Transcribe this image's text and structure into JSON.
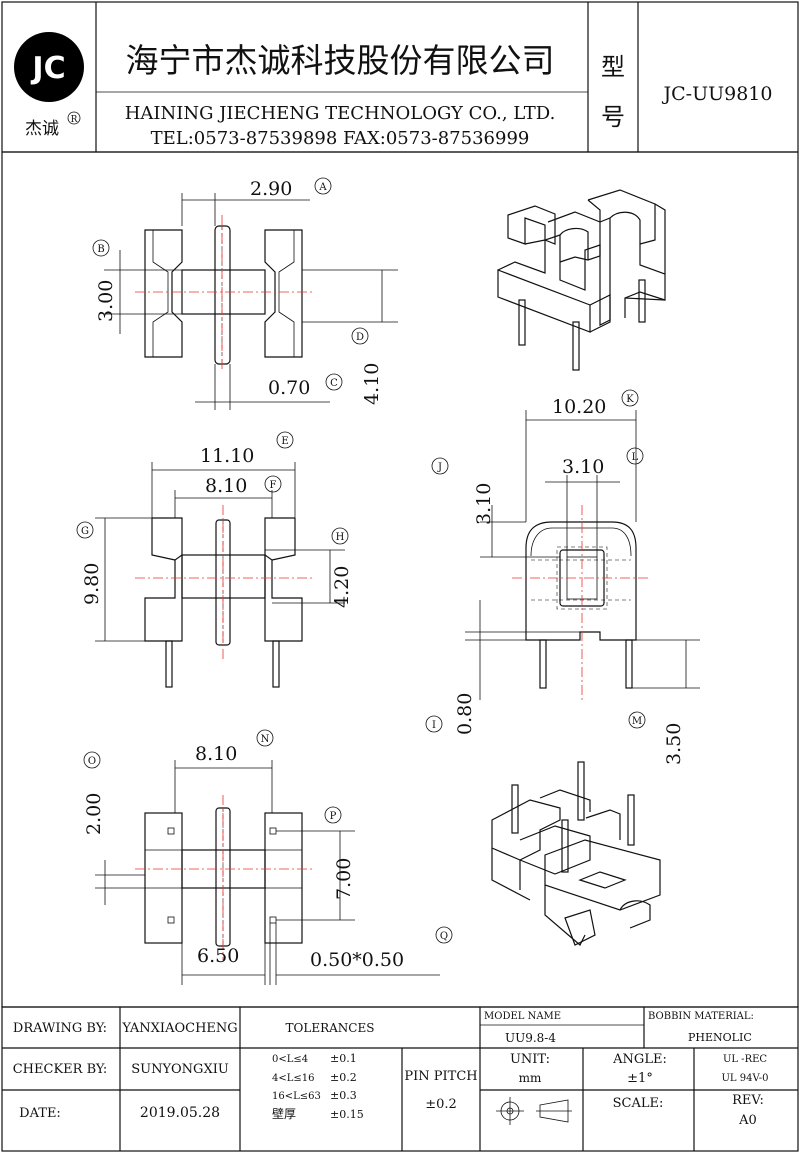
{
  "header": {
    "logo_mark": "JC",
    "logo_sub": "杰诚",
    "logo_reg": "R",
    "company_cn": "海宁市杰诚科技股份有限公司",
    "company_en": "HAINING JIECHENG TECHNOLOGY CO., LTD.",
    "contact": "TEL:0573-87539898  FAX:0573-87536999",
    "type_label_1": "型",
    "type_label_2": "号",
    "part_number": "JC-UU9810"
  },
  "dimensions": {
    "A": {
      "value": "2.90",
      "tag": "A"
    },
    "B": {
      "value": "3.00",
      "tag": "B"
    },
    "C": {
      "value": "0.70",
      "tag": "C"
    },
    "D": {
      "value": "4.10",
      "tag": "D"
    },
    "E": {
      "value": "11.10",
      "tag": "E"
    },
    "F": {
      "value": "8.10",
      "tag": "F"
    },
    "G": {
      "value": "9.80",
      "tag": "G"
    },
    "H": {
      "value": "4.20",
      "tag": "H"
    },
    "J": {
      "value": "3.10",
      "tag": "J"
    },
    "K": {
      "value": "10.20",
      "tag": "K"
    },
    "L": {
      "value": "3.10",
      "tag": "L"
    },
    "I": {
      "value": "0.80",
      "tag": "I"
    },
    "M": {
      "value": "3.50",
      "tag": "M"
    },
    "N": {
      "value": "8.10",
      "tag": "N"
    },
    "O": {
      "value": "2.00",
      "tag": "O"
    },
    "P": {
      "value": "7.00",
      "tag": "P"
    },
    "Q": {
      "value": "0.50*0.50",
      "tag": "Q"
    },
    "bottom_width": {
      "value": "6.50"
    }
  },
  "title_block": {
    "drawing_by_label": "DRAWING  BY:",
    "drawing_by_value": "YANXIAOCHENG",
    "checker_by_label": "CHECKER  BY:",
    "checker_by_value": "SUNYONGXIU",
    "date_label": "DATE:",
    "date_value": "2019.05.28",
    "tolerances_label": "TOLERANCES",
    "tol_rows": [
      {
        "range": "0<L≤4",
        "tol": "±0.1"
      },
      {
        "range": "4<L≤16",
        "tol": "±0.2"
      },
      {
        "range": "16<L≤63",
        "tol": "±0.3"
      },
      {
        "range": "壁厚",
        "tol": "±0.15"
      }
    ],
    "pin_pitch_label": "PIN PITCH",
    "pin_pitch_value": "±0.2",
    "model_name_label": "MODEL NAME",
    "model_name_value": "UU9.8-4",
    "bobbin_material_label": "BOBBIN MATERIAL:",
    "bobbin_material_value": "PHENOLIC",
    "unit_label": "UNIT:",
    "unit_value": "mm",
    "angle_label": "ANGLE:",
    "angle_value": "±1°",
    "ul_1": "UL -REC",
    "ul_2": "UL  94V-0",
    "scale_label": "SCALE:",
    "rev_label": "REV:",
    "rev_value": "A0"
  }
}
